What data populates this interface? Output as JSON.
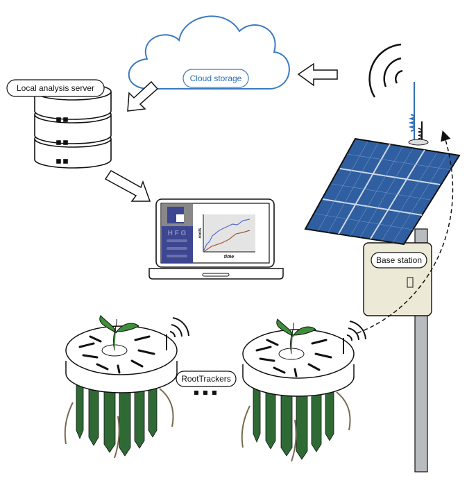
{
  "labels": {
    "cloud": "Cloud storage",
    "server": "Local analysis server",
    "base_station": "Base station",
    "trackers": "RootTrackers",
    "ellipsis": "■ ■ ■"
  },
  "laptop": {
    "logo": "H F G",
    "y_axis": "roots",
    "x_axis": "time"
  },
  "colors": {
    "cloud": "#3a7ac0",
    "solar": "#2f5fa0",
    "plant": "#3f8f3a",
    "stakes": "#2f6a35",
    "box": "#ecead6",
    "logo_bg": "#3d4690"
  }
}
